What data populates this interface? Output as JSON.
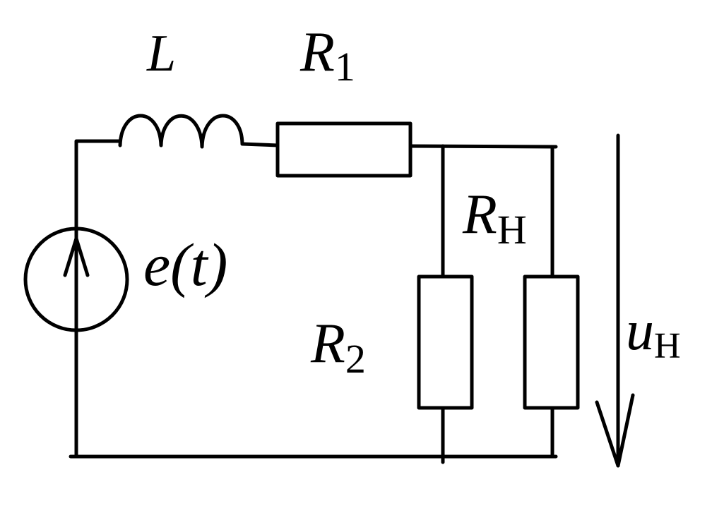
{
  "labels": {
    "inductor": {
      "main": "L",
      "sub": ""
    },
    "r1": {
      "main": "R",
      "sub": "1"
    },
    "rn": {
      "main": "R",
      "sub": "Н"
    },
    "source": {
      "main": "e(t)",
      "sub": ""
    },
    "r2": {
      "main": "R",
      "sub": "2"
    },
    "un": {
      "main": "u",
      "sub": "Н"
    }
  },
  "colors": {
    "line": "#000000",
    "background": "#ffffff"
  }
}
